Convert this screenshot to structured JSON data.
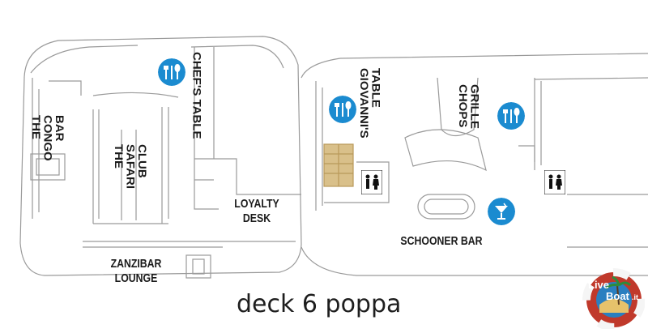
{
  "deck": {
    "caption": "deck 6 poppa"
  },
  "venues": {
    "congo_bar": [
      "THE",
      "CONGO",
      "BAR"
    ],
    "safari_club": [
      "THE",
      "SAFARI",
      "CLUB"
    ],
    "chefs_table": "CHEF'S TABLE",
    "giovannis_table": [
      "GIOVANNI'S",
      "TABLE"
    ],
    "chops_grille": [
      "CHOPS",
      "GRILLE"
    ],
    "loyalty_desk": [
      "LOYALTY",
      "DESK"
    ],
    "zanzibar_lounge": [
      "ZANZIBAR",
      "LOUNGE"
    ],
    "schooner_bar": "SCHOONER BAR"
  },
  "icons": {
    "dining": "fork-knife-spoon-icon",
    "bar": "cocktail-glass-icon",
    "restroom": "restroom-icon",
    "icon_color": "#1b8bd0"
  },
  "watermark": {
    "part1": "Live",
    "part2": "Boat",
    "suffix": ".it"
  }
}
